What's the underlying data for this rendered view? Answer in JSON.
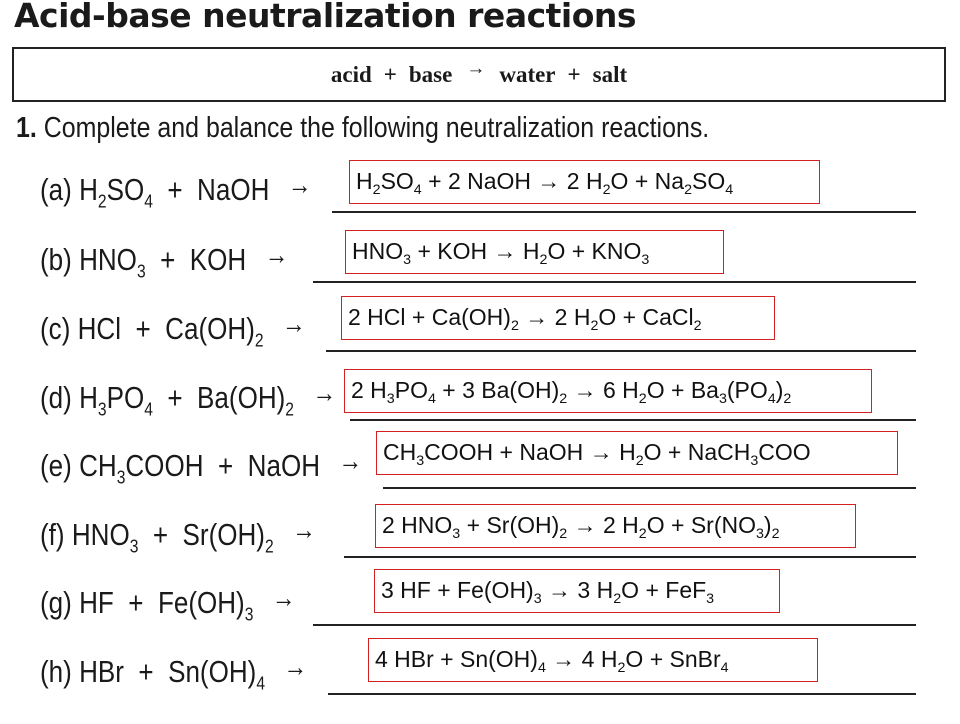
{
  "title": "Acid-base neutralization reactions",
  "general_equation": {
    "acid": "acid",
    "plus1": "+",
    "base": "base",
    "arrow": "→",
    "water": "water",
    "plus2": "+",
    "salt": "salt"
  },
  "instruction": {
    "number": "1.",
    "text": "Complete and balance the following neutralization reactions."
  },
  "arrow_symbol": "→",
  "answer_arrow": "→",
  "problems": [
    {
      "label": "(a)",
      "reactant1": [
        "H",
        "2",
        "SO",
        "4"
      ],
      "reactant2": "NaOH",
      "answer": [
        "H",
        "2",
        "SO",
        "4",
        " + 2 NaOH ",
        "→",
        " 2 H",
        "2",
        "O + Na",
        "2",
        "SO",
        "4"
      ]
    },
    {
      "label": "(b)",
      "reactant1": [
        "HNO",
        "3"
      ],
      "reactant2": "KOH",
      "answer": [
        "HNO",
        "3",
        " + KOH ",
        "→",
        " H",
        "2",
        "O + KNO",
        "3"
      ]
    },
    {
      "label": "(c)",
      "reactant1": "HCl",
      "reactant2": [
        "Ca(OH)",
        "2"
      ],
      "answer": [
        "2 HCl + Ca(OH)",
        "2",
        " ",
        "→",
        " 2 H",
        "2",
        "O + CaCl",
        "2"
      ]
    },
    {
      "label": "(d)",
      "reactant1": [
        "H",
        "3",
        "PO",
        "4"
      ],
      "reactant2": [
        "Ba(OH)",
        "2"
      ],
      "answer": [
        "2 H",
        "3",
        "PO",
        "4",
        " + 3 Ba(OH)",
        "2",
        " ",
        "→",
        " 6 H",
        "2",
        "O + Ba",
        "3",
        "(PO",
        "4",
        ")",
        "2"
      ]
    },
    {
      "label": "(e)",
      "reactant1": [
        "CH",
        "3",
        "COOH"
      ],
      "reactant2": "NaOH",
      "answer": [
        "CH",
        "3",
        "COOH + NaOH ",
        "→",
        " H",
        "2",
        "O + NaCH",
        "3",
        "COO"
      ]
    },
    {
      "label": "(f)",
      "reactant1": [
        "HNO",
        "3"
      ],
      "reactant2": [
        "Sr(OH)",
        "2"
      ],
      "answer": [
        "2 HNO",
        "3",
        " + Sr(OH)",
        "2",
        " ",
        "→",
        " 2 H",
        "2",
        "O + Sr(NO",
        "3",
        ")",
        "2"
      ]
    },
    {
      "label": "(g)",
      "reactant1": "HF",
      "reactant2": [
        "Fe(OH)",
        "3"
      ],
      "answer": [
        "3 HF + Fe(OH)",
        "3",
        " ",
        "→",
        " 3 H",
        "2",
        "O + FeF",
        "3"
      ]
    },
    {
      "label": "(h)",
      "reactant1": "HBr",
      "reactant2": [
        "Sn(OH)",
        "4"
      ],
      "answer": [
        "4 HBr + Sn(OH)",
        "4",
        " ",
        "→",
        " 4 H",
        "2",
        "O + SnBr",
        "4"
      ]
    }
  ],
  "colors": {
    "answer_border": "#d32020",
    "text": "#1a1a1a"
  }
}
